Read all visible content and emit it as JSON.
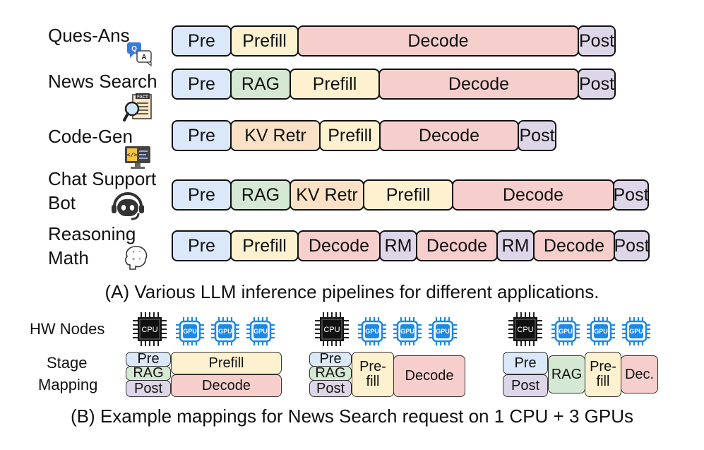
{
  "apps": [
    {
      "label": "Ques-Ans",
      "icon": "qa-chat-icon"
    },
    {
      "label": "News Search",
      "icon": "fact-search-icon"
    },
    {
      "label": "Code-Gen",
      "icon": "code-monitor-icon"
    },
    {
      "label": "Chat Support Bot",
      "label_lines": [
        "Chat Support",
        "Bot"
      ],
      "icon": "headset-bot-icon"
    },
    {
      "label": "Reasoning Math",
      "label_lines": [
        "Reasoning",
        "Math"
      ],
      "icon": "brain-math-icon"
    }
  ],
  "pipelines": [
    [
      "Pre",
      "Prefill",
      "Decode",
      "Post"
    ],
    [
      "Pre",
      "RAG",
      "Prefill",
      "Decode",
      "Post"
    ],
    [
      "Pre",
      "KV Retr",
      "Prefill",
      "Decode",
      "Post"
    ],
    [
      "Pre",
      "RAG",
      "KV Retr",
      "Prefill",
      "Decode",
      "Post"
    ],
    [
      "Pre",
      "Prefill",
      "Decode",
      "RM",
      "Decode",
      "RM",
      "Decode",
      "Post"
    ]
  ],
  "caption_a": "(A) Various LLM inference pipelines for different applications.",
  "hw_nodes_label": "HW Nodes",
  "stage_mapping_label": [
    "Stage",
    "Mapping"
  ],
  "cpu_label": "CPU",
  "gpu_label": "GPU",
  "mappings": [
    {
      "cpu": [
        "Pre",
        "RAG",
        "Post"
      ],
      "gpu": [
        "Prefill",
        "Decode"
      ]
    },
    {
      "cpu": [
        "Pre",
        "RAG",
        "Post"
      ],
      "gpu": [
        "Pre-",
        "fill",
        "Decode"
      ]
    },
    {
      "cpu": [
        "Pre",
        "Post"
      ],
      "gpu": [
        "RAG",
        "Pre-",
        "fill",
        "Dec."
      ]
    }
  ],
  "caption_b": "(B) Example mappings for News Search request on 1 CPU + 3 GPUs",
  "colors": {
    "Pre": "#dbe8fa",
    "Prefill": "#fdf1cf",
    "Decode": "#f6cfcd",
    "Post": "#ddd6e8",
    "RAG": "#d5e8d3",
    "KV Retr": "#fbe2c6",
    "RM": "#ddd6e8",
    "gpu_blue": "#1e88e5"
  }
}
